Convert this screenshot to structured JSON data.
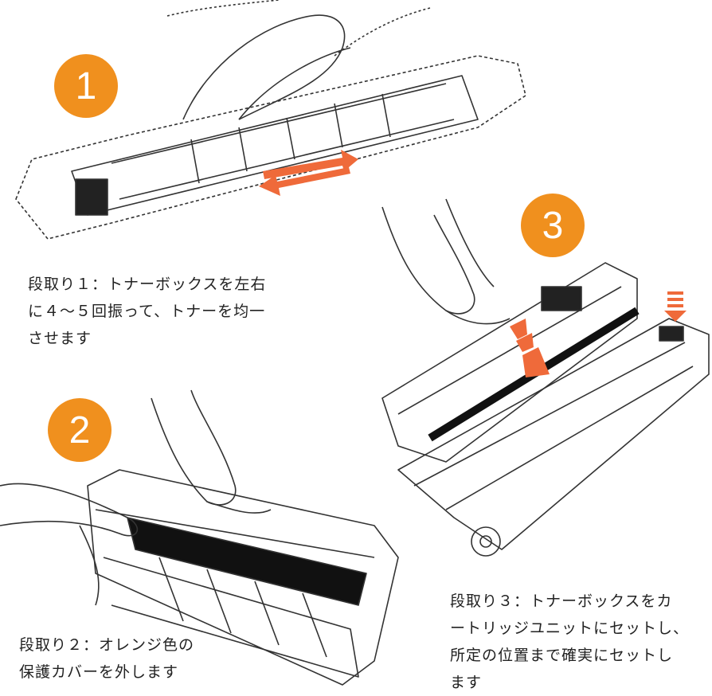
{
  "colors": {
    "accent": "#f0901e",
    "arrow": "#ef6a3a",
    "line": "#333333"
  },
  "steps": [
    {
      "number": "1",
      "lines": [
        "段取り１：トナーボックスを左右",
        "に４～５回振って、トナーを均一",
        "させます"
      ]
    },
    {
      "number": "2",
      "lines": [
        "段取り２：オレンジ色の",
        "保護カバーを外します"
      ]
    },
    {
      "number": "3",
      "lines": [
        "段取り３：トナーボックスをカ",
        "ートリッジユニットにセットし、",
        "所定の位置まで確実にセットし",
        "ます"
      ]
    }
  ]
}
